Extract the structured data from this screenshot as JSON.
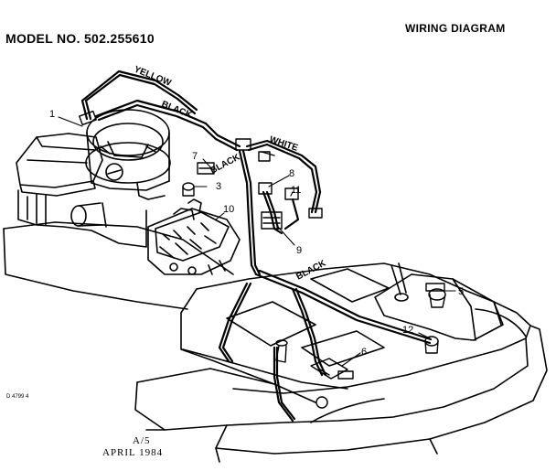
{
  "header": {
    "model": "MODEL NO. 502.255610",
    "title": "WIRING DIAGRAM"
  },
  "wires": {
    "yellow": "YELLOW",
    "black_1": "BLACK",
    "white": "WHITE",
    "black_2": "BLACK",
    "black_3": "BLACK"
  },
  "callouts": {
    "c1": "1",
    "c3": "3",
    "c5": "5",
    "c6": "6",
    "c7": "7",
    "c8": "8",
    "c9": "9",
    "c10": "10",
    "c11": "11",
    "c12": "12"
  },
  "footer": {
    "drawing_no": "D 4799 4",
    "revision": "A/5",
    "date": "APRIL 1984"
  }
}
